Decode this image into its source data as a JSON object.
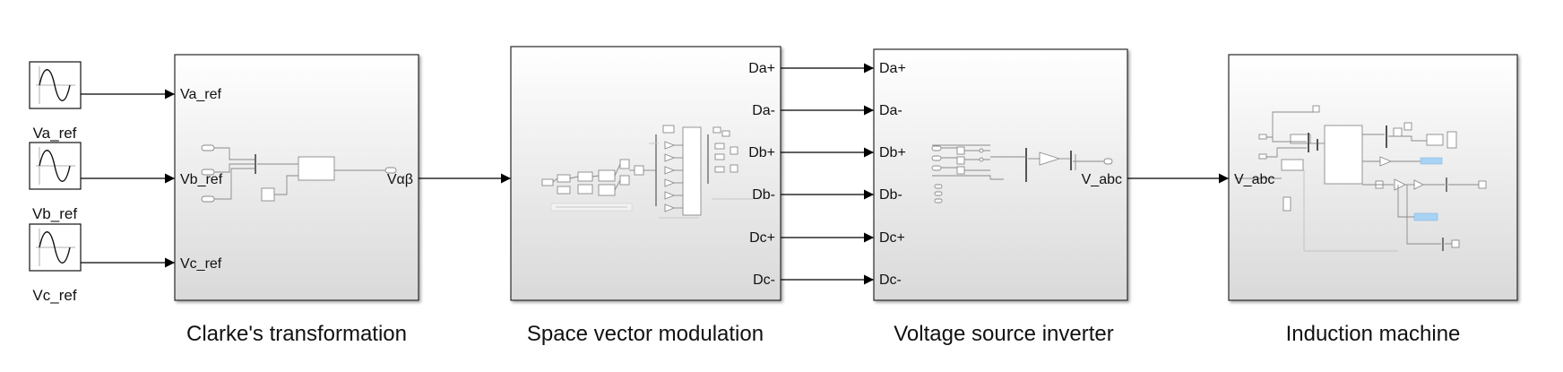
{
  "sources": [
    {
      "label": "Va_ref"
    },
    {
      "label": "Vb_ref"
    },
    {
      "label": "Vc_ref"
    }
  ],
  "blocks": {
    "clarke": {
      "caption": "Clarke's transformation",
      "inputs": [
        "Va_ref",
        "Vb_ref",
        "Vc_ref"
      ],
      "output": "Vαβ"
    },
    "svm": {
      "caption": "Space vector modulation",
      "outputs": [
        "Da+",
        "Da-",
        "Db+",
        "Db-",
        "Dc+",
        "Dc-"
      ]
    },
    "vsi": {
      "caption": "Voltage source inverter",
      "inputs": [
        "Da+",
        "Da-",
        "Db+",
        "Db-",
        "Dc+",
        "Dc-"
      ],
      "output": "V_abc"
    },
    "im": {
      "caption": "Induction machine",
      "input": "V_abc"
    }
  },
  "colors": {
    "block_top": "#ffffff",
    "block_bottom": "#d9d9d9",
    "wire": "#000000",
    "accent_blue": "#a7d3f5"
  }
}
